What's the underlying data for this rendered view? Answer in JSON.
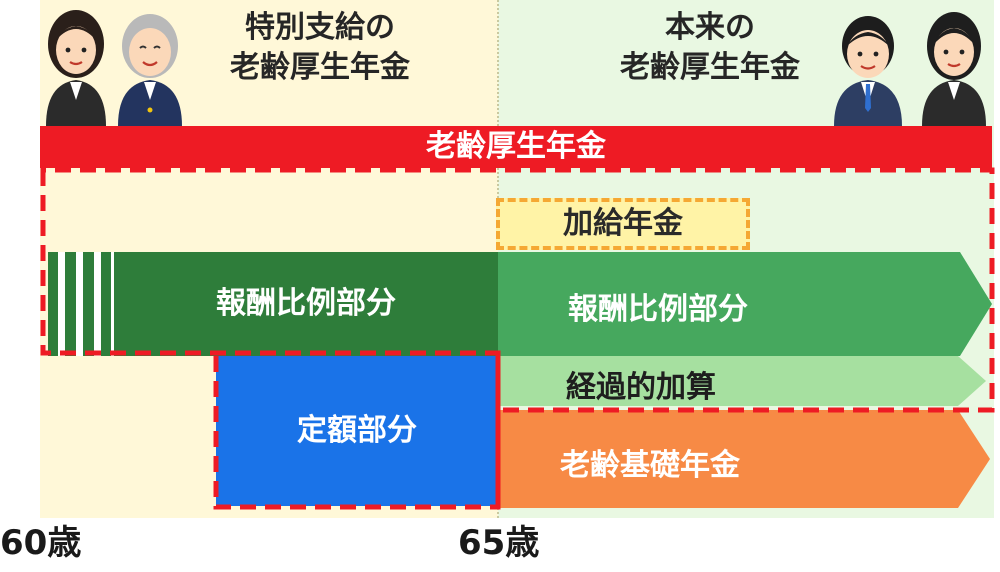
{
  "titles": {
    "left_line1": "特別支給の",
    "left_line2": "老齢厚生年金",
    "right_line1": "本来の",
    "right_line2": "老齢厚生年金"
  },
  "bars": {
    "kosei_nenkin": "老齢厚生年金",
    "kakyu_nenkin": "加給年金",
    "hoshu_hirei_left": "報酬比例部分",
    "hoshu_hirei_right": "報酬比例部分",
    "keika_teki_kasan": "経過的加算",
    "teigaku_bubun": "定額部分",
    "kiso_nenkin": "老齢基礎年金"
  },
  "ages": {
    "age_60": "60歳",
    "age_65": "65歳"
  },
  "colors": {
    "red": "#ee1b24",
    "dark_green": "#2e7d3a",
    "green": "#46a85e",
    "light_green": "#a6e0a0",
    "blue": "#1a73e8",
    "orange": "#f78a45",
    "yellow": "#fff3a6",
    "left_bg": "#fff8d8",
    "right_bg": "#e9f8e2"
  },
  "people": {
    "left_icons": [
      "woman-icon",
      "police-officer-icon"
    ],
    "right_icons": [
      "businessman-icon",
      "businesswoman-icon"
    ]
  }
}
